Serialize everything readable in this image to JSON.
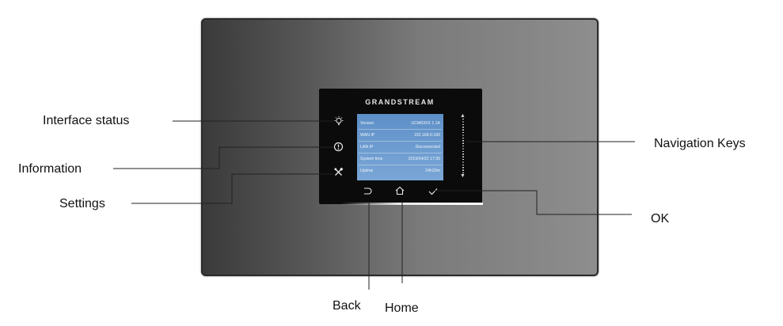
{
  "device": {
    "brand": "GRANDSTREAM",
    "screen_rows": [
      {
        "key": "Version",
        "value": "UCM63XX 1.1A"
      },
      {
        "key": "WAN IP",
        "value": "192.168.0.160"
      },
      {
        "key": "LAN IP",
        "value": "Disconnected"
      },
      {
        "key": "System time",
        "value": "2019/04/22 17:30"
      },
      {
        "key": "Uptime",
        "value": "24h33m"
      }
    ]
  },
  "labels": {
    "interface_status": "Interface status",
    "information": "Information",
    "settings": "Settings",
    "navigation_keys": "Navigation Keys",
    "ok": "OK",
    "back": "Back",
    "home": "Home"
  },
  "icons": {
    "interface_status": "lightbulb-icon",
    "information": "info-circle-icon",
    "settings": "tools-icon",
    "back": "back-arrow-icon",
    "home": "home-icon",
    "ok": "checkmark-icon",
    "navigation": "navigation-strip-icon"
  },
  "colors": {
    "screen_blue": "#6d9cd0",
    "panel_black": "#0b0b0b"
  }
}
